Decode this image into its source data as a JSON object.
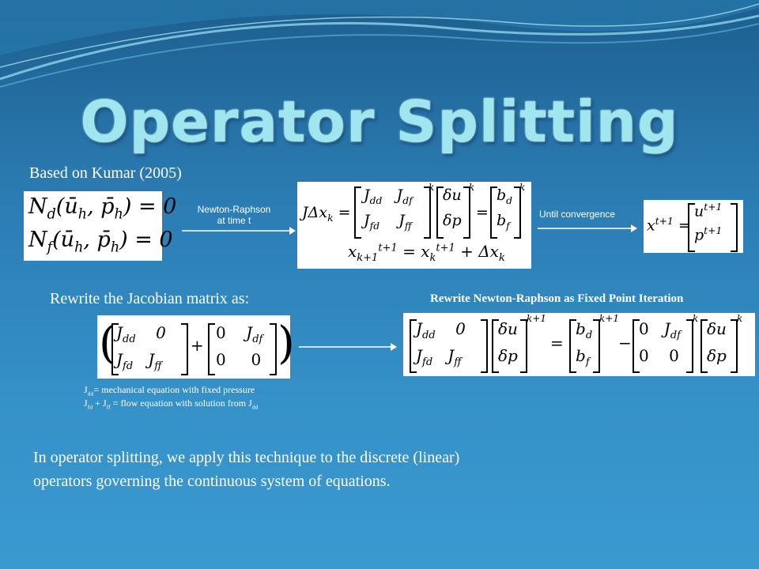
{
  "slide": {
    "title": "Operator Splitting",
    "based_on": "Based on Kumar (2005)",
    "nr_label_line1": "Newton-Raphson",
    "nr_label_line2": "at time t",
    "until_convergence": "Until convergence",
    "rewrite_jacobian": "Rewrite the Jacobian matrix as:",
    "rewrite_nr": "Rewrite Newton-Raphson as Fixed Point Iteration",
    "note1_sub": "dd",
    "note1_text": "= mechanical equation with  fixed pressure",
    "note2_sub_a": "fd",
    "note2_plus": " + J",
    "note2_sub_b": "ff",
    "note2_text": " = flow equation with  solution from J",
    "note2_sub_c": "dd",
    "bottom_line1": "In operator splitting, we apply this technique to the discrete (linear)",
    "bottom_line2": "operators governing the continuous system of equations."
  },
  "colors": {
    "title": "#9fe6ef",
    "background_top": "#1d5f8e",
    "background_bottom": "#3a9ad0"
  }
}
